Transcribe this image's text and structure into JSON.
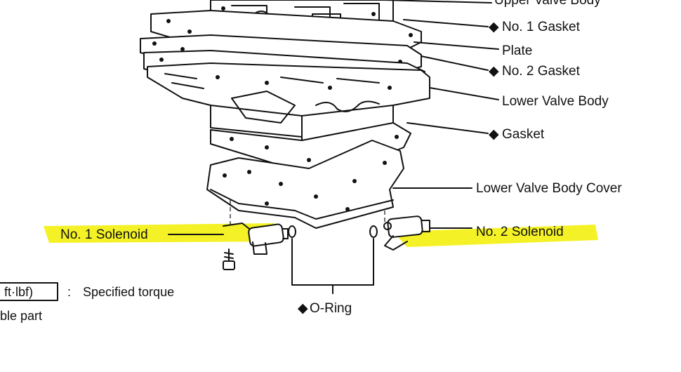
{
  "labels": {
    "upper_valve_body": "Upper Valve Body",
    "no1_gasket": "No. 1 Gasket",
    "plate": "Plate",
    "no2_gasket": "No. 2 Gasket",
    "lower_valve_body": "Lower Valve Body",
    "gasket": "Gasket",
    "lower_valve_body_cover": "Lower Valve Body Cover",
    "no1_solenoid": "No. 1 Solenoid",
    "no2_solenoid": "No. 2 Solenoid",
    "o_ring": "O-Ring"
  },
  "legend": {
    "unit_box": "ft·lbf)",
    "separator": ":",
    "specified_torque": "Specified torque",
    "non_reusable": "ble part"
  },
  "markers": {
    "non_reusable_symbol": "◆"
  },
  "colors": {
    "highlight": "#f2f000",
    "ink": "#111111"
  }
}
